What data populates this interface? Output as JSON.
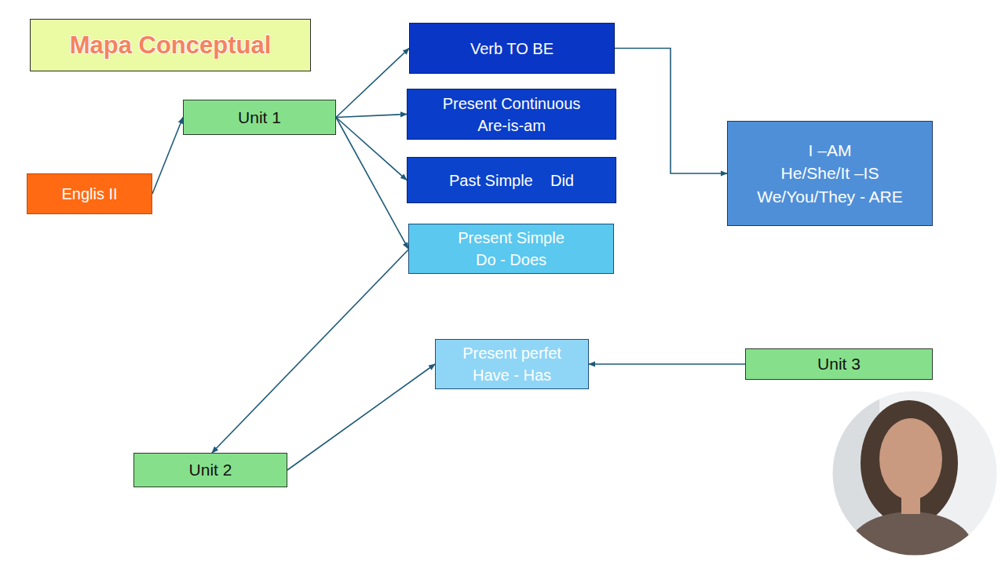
{
  "diagram": {
    "title": "Mapa Conceptual",
    "nodes": [
      {
        "text": [
          "Englis II"
        ]
      },
      {
        "text": [
          "Unit 1"
        ]
      },
      {
        "text": [
          "Verb TO BE"
        ]
      },
      {
        "text": [
          "Present Continuous",
          "Are-is-am"
        ]
      },
      {
        "text": [
          "Past Simple    Did"
        ]
      },
      {
        "text": [
          "Present Simple",
          "Do - Does"
        ]
      },
      {
        "text": [
          "I –AM",
          "He/She/It –IS",
          "We/You/They - ARE"
        ]
      },
      {
        "text": [
          "Present perfet",
          "Have - Has"
        ]
      },
      {
        "text": [
          "Unit 3"
        ]
      },
      {
        "text": [
          "Unit 2"
        ]
      }
    ],
    "edges": [
      {
        "from": 0,
        "to": 1,
        "arrow": "to"
      },
      {
        "from": 1,
        "to": 2,
        "arrow": "to"
      },
      {
        "from": 1,
        "to": 3,
        "arrow": "to"
      },
      {
        "from": 1,
        "to": 4,
        "arrow": "to"
      },
      {
        "from": 1,
        "to": 5,
        "arrow": "to"
      },
      {
        "from": 2,
        "to": 6,
        "arrow": "to"
      },
      {
        "from": 5,
        "to": 9,
        "arrow": "to"
      },
      {
        "from": 9,
        "to": 7,
        "arrow": "to"
      },
      {
        "from": 8,
        "to": 7,
        "arrow": "to"
      }
    ]
  }
}
